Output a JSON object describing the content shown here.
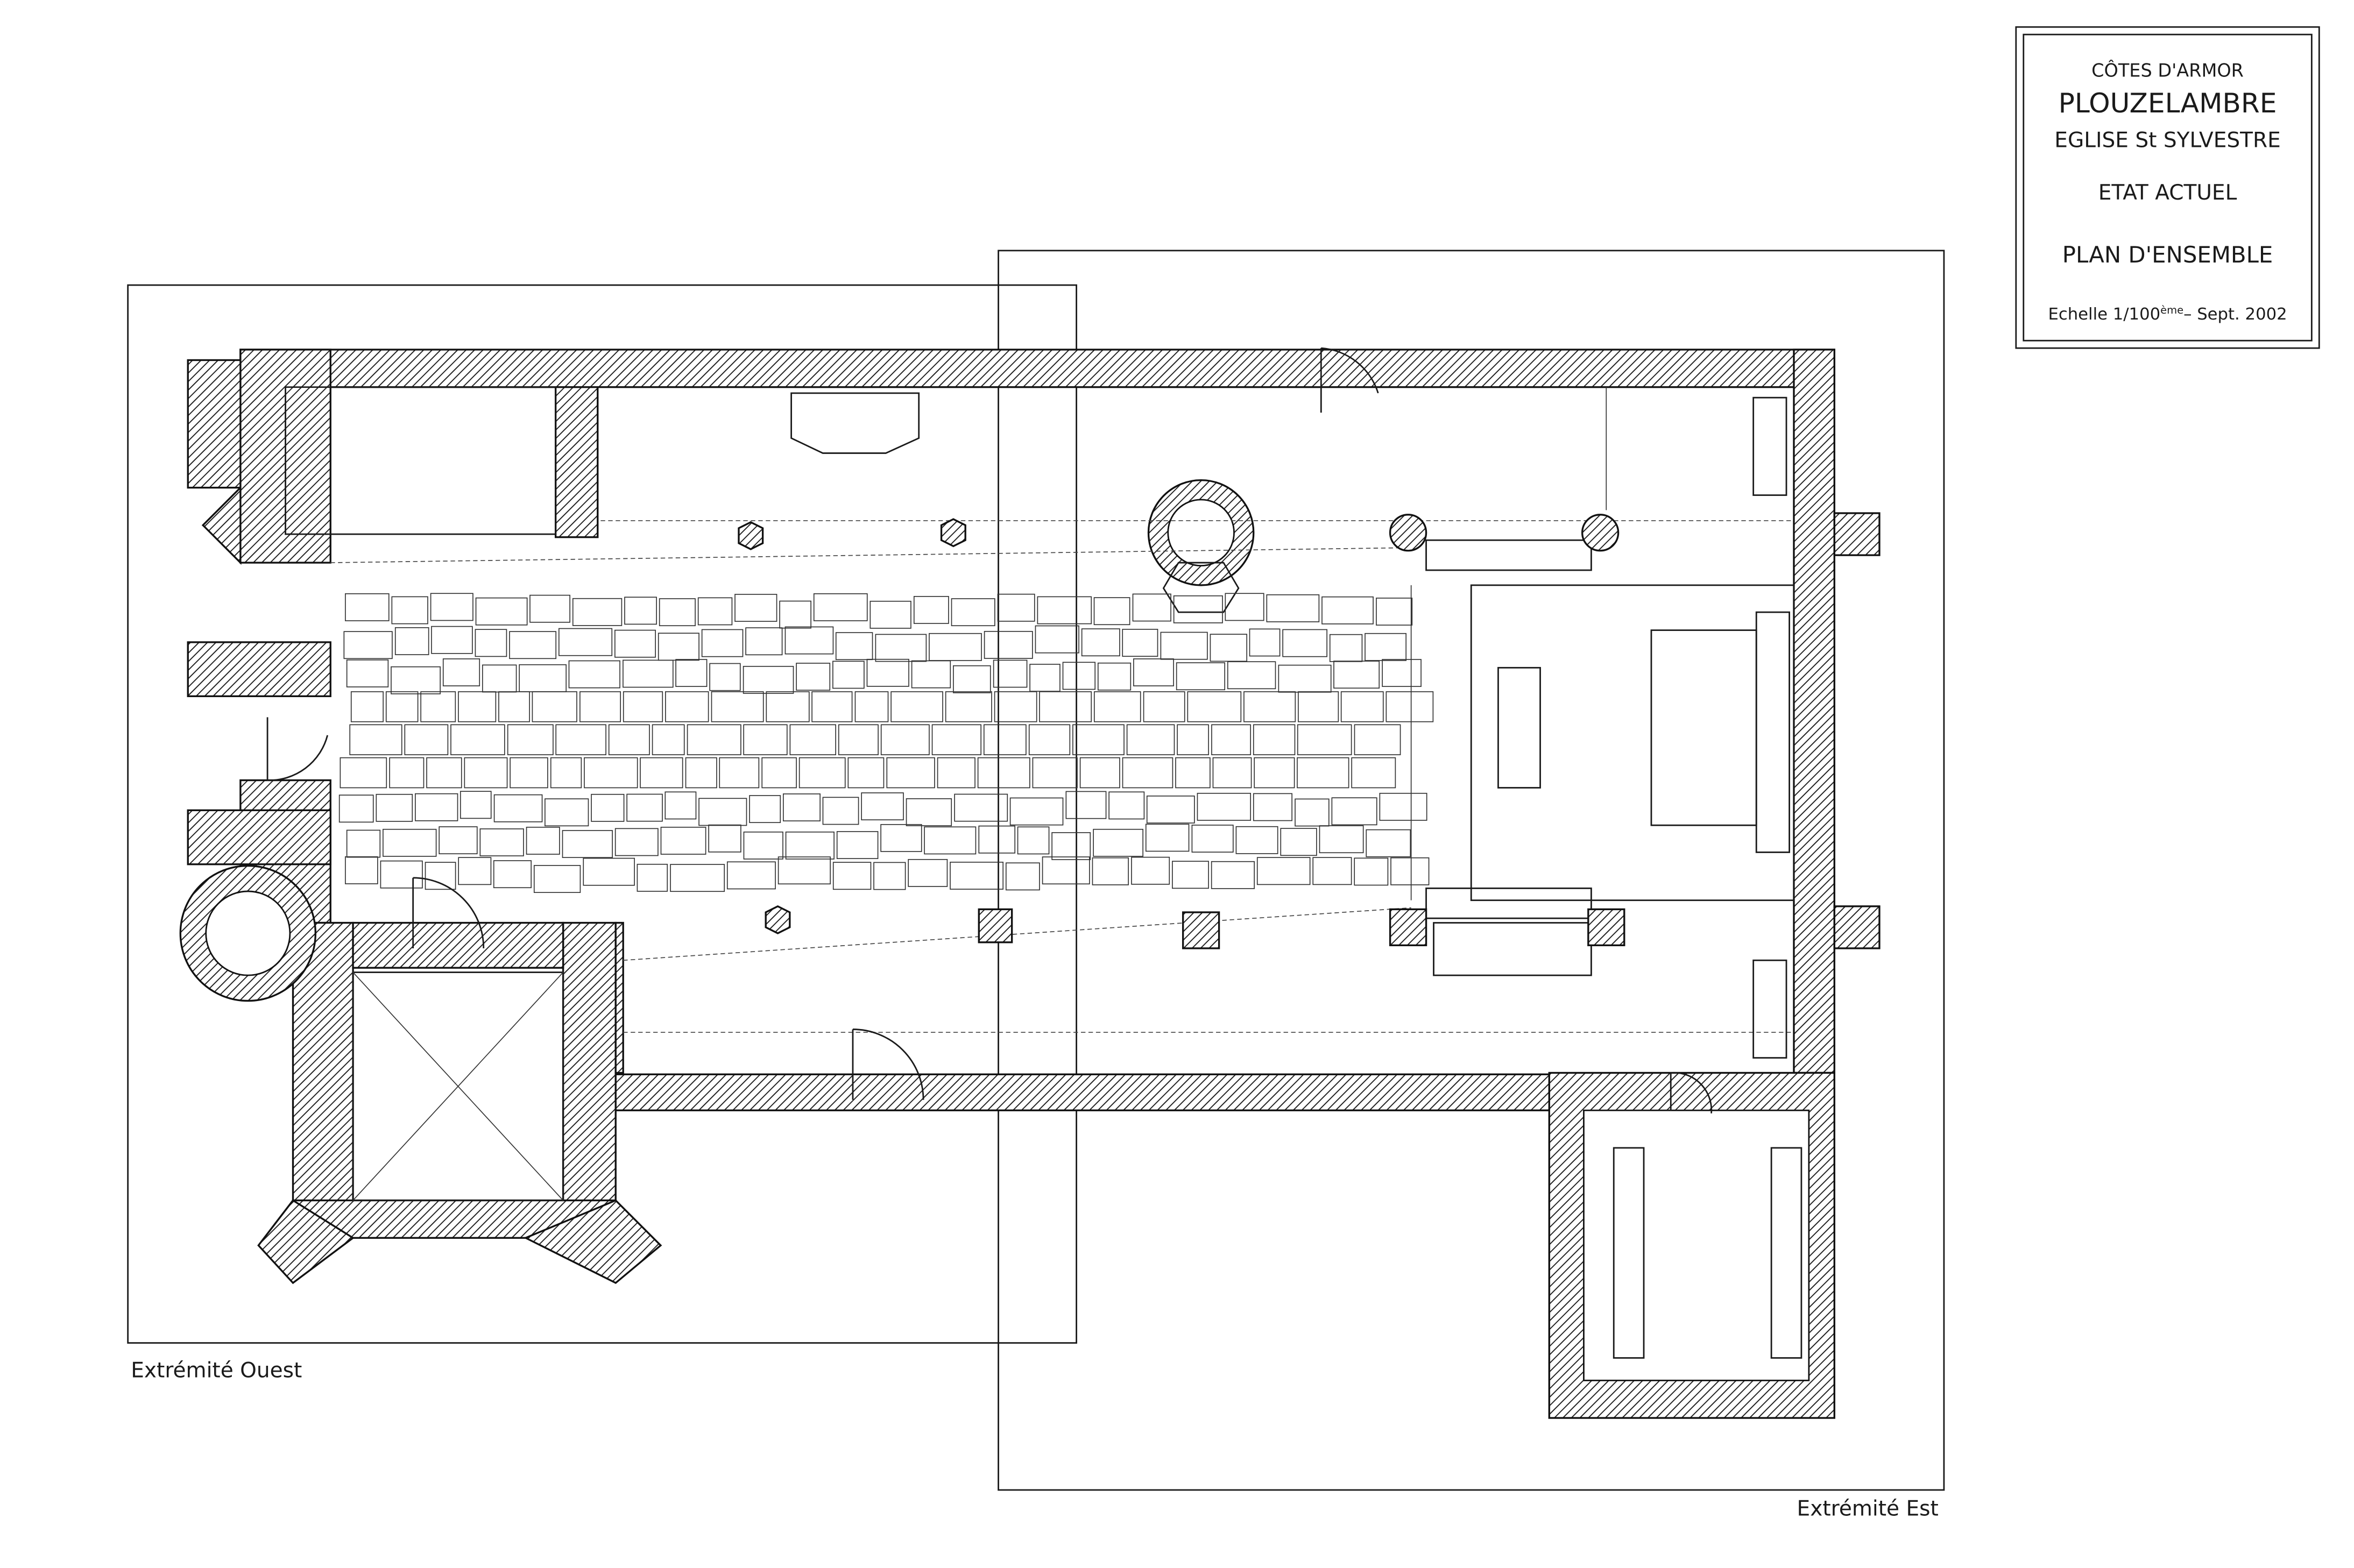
{
  "title_block": {
    "region": "CÔTES D'ARMOR",
    "town": "PLOUZELAMBRE",
    "building": "EGLISE St SYLVESTRE",
    "state": "ETAT ACTUEL",
    "plan_type": "PLAN D'ENSEMBLE",
    "scale_prefix": "Echelle 1/100",
    "scale_suffix": "ème",
    "date": "– Sept.  2002"
  },
  "frames": {
    "west_label": "Extrémité Ouest",
    "east_label": "Extrémité Est"
  },
  "colors": {
    "ink": "#1a1a1a",
    "paper": "#ffffff"
  }
}
